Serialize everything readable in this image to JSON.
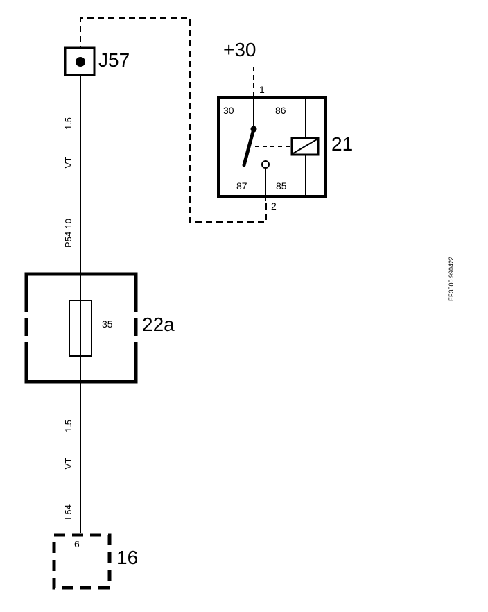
{
  "components": {
    "connector_j57": "J57",
    "supply": "+30",
    "relay": "21",
    "fuse_box": "22a",
    "ecu_connector": "16"
  },
  "relay_pins": {
    "pin_1": "1",
    "pin_2": "2",
    "pin_30": "30",
    "pin_86": "86",
    "pin_87": "87",
    "pin_85": "85"
  },
  "fuse": {
    "rating": "35"
  },
  "wire_upper": {
    "size": "1.5",
    "color": "VT",
    "id": "P54-10"
  },
  "wire_lower": {
    "size": "1.5",
    "color": "VT",
    "id": "L54"
  },
  "ecu_pin": "6",
  "figure_ref": "EF3500 990422"
}
